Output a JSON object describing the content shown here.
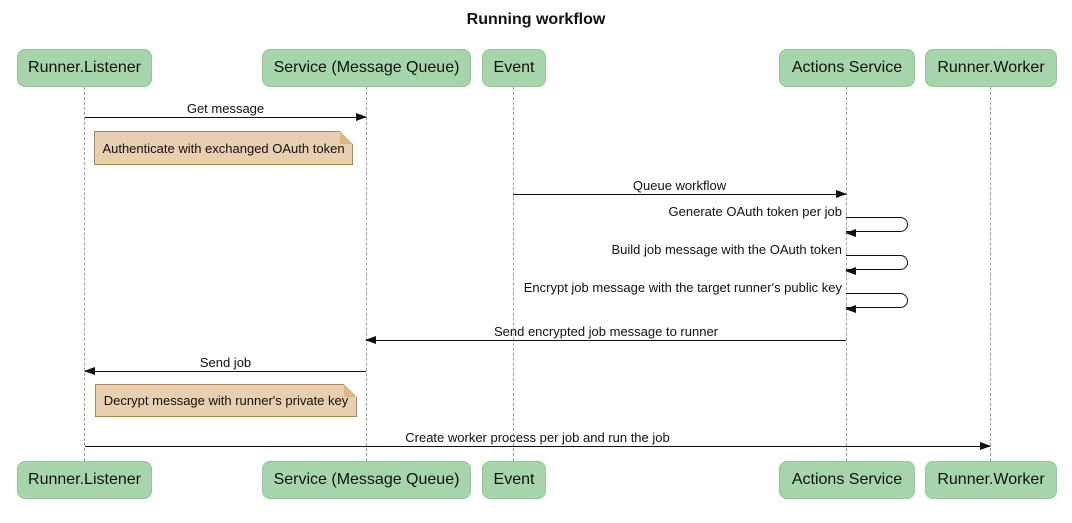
{
  "title": "Running workflow",
  "actors": [
    {
      "name": "Runner.Listener"
    },
    {
      "name": "Service (Message Queue)"
    },
    {
      "name": "Event"
    },
    {
      "name": "Actions Service"
    },
    {
      "name": "Runner.Worker"
    }
  ],
  "messages": [
    {
      "from": "Runner.Listener",
      "to": "Service (Message Queue)",
      "direction": "right",
      "label": "Get message"
    },
    {
      "from": "Event",
      "to": "Actions Service",
      "direction": "right",
      "label": "Queue workflow"
    },
    {
      "from": "Actions Service",
      "to": "Actions Service",
      "direction": "self",
      "label": "Generate OAuth token per job"
    },
    {
      "from": "Actions Service",
      "to": "Actions Service",
      "direction": "self",
      "label": "Build job message with the OAuth token"
    },
    {
      "from": "Actions Service",
      "to": "Actions Service",
      "direction": "self",
      "label": "Encrypt job message with the target runner's public key"
    },
    {
      "from": "Actions Service",
      "to": "Service (Message Queue)",
      "direction": "left",
      "label": "Send encrypted job message to runner"
    },
    {
      "from": "Service (Message Queue)",
      "to": "Runner.Listener",
      "direction": "left",
      "label": "Send job"
    },
    {
      "from": "Runner.Listener",
      "to": "Runner.Worker",
      "direction": "right",
      "label": "Create worker process per job and run the job"
    }
  ],
  "notes": [
    {
      "over": "Runner.Listener",
      "text": "Authenticate with exchanged OAuth token"
    },
    {
      "over": "Runner.Listener",
      "text": "Decrypt message with runner's private key"
    }
  ],
  "colors": {
    "actor_fill": "#A7D5AB",
    "actor_border": "#94C59A",
    "note_fill": "#E8CFB0",
    "note_border": "#AA8755",
    "lifeline": "#9E9E9E",
    "arrow": "#111111",
    "text": "#111111",
    "background": "#FFFFFF"
  }
}
